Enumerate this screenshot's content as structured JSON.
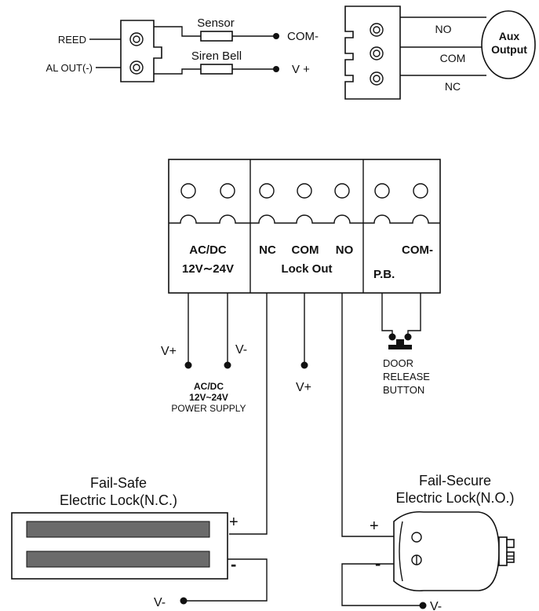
{
  "alarm_terminal": {
    "reed_label": "REED",
    "al_out_label": "AL OUT(-)",
    "sensor_label": "Sensor",
    "siren_label": "Siren Bell",
    "com_minus_label": "COM-",
    "v_plus_label": "V +"
  },
  "aux_terminal": {
    "no_label": "NO",
    "com_label": "COM",
    "nc_label": "NC",
    "aux_output_line1": "Aux",
    "aux_output_line2": "Output"
  },
  "main_block": {
    "power_title": "AC/DC",
    "power_range": "12V∼24V",
    "nc_label": "NC",
    "com_label": "COM",
    "no_label": "NO",
    "lock_out_label": "Lock Out",
    "com_minus_label": "COM-",
    "pb_label": "P.B."
  },
  "wiring": {
    "v_plus_left": "V+",
    "v_minus_left": "V-",
    "supply_line1": "AC/DC",
    "supply_line2": "12V~24V",
    "supply_line3": "POWER SUPPLY",
    "v_plus_center": "V+",
    "door_line1": "DOOR",
    "door_line2": "RELEASE",
    "door_line3": "BUTTON"
  },
  "fail_safe_lock": {
    "title_line1": "Fail-Safe",
    "title_line2": "Electric Lock(N.C.)",
    "plus_label": "+",
    "minus_label": "-",
    "v_minus_label": "V-"
  },
  "fail_secure_lock": {
    "title_line1": "Fail-Secure",
    "title_line2": "Electric Lock(N.O.)",
    "plus_label": "+",
    "minus_label": "-",
    "v_minus_label": "V-"
  }
}
